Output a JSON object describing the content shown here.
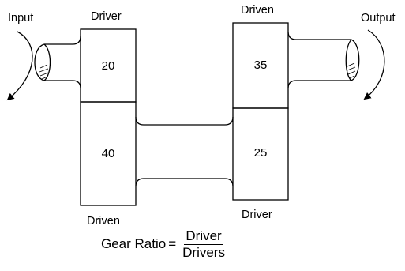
{
  "labels": {
    "input": "Input",
    "output": "Output",
    "driver_left_top": "Driver",
    "driven_left_bottom": "Driven",
    "driven_right_top": "Driven",
    "driver_right_bottom": "Driver"
  },
  "gears": {
    "left_top": "20",
    "left_bottom": "40",
    "right_top": "35",
    "right_bottom": "25"
  },
  "formula": {
    "lhs": "Gear Ratio",
    "equals": "=",
    "numerator": "Driver",
    "denominator": "Drivers"
  }
}
